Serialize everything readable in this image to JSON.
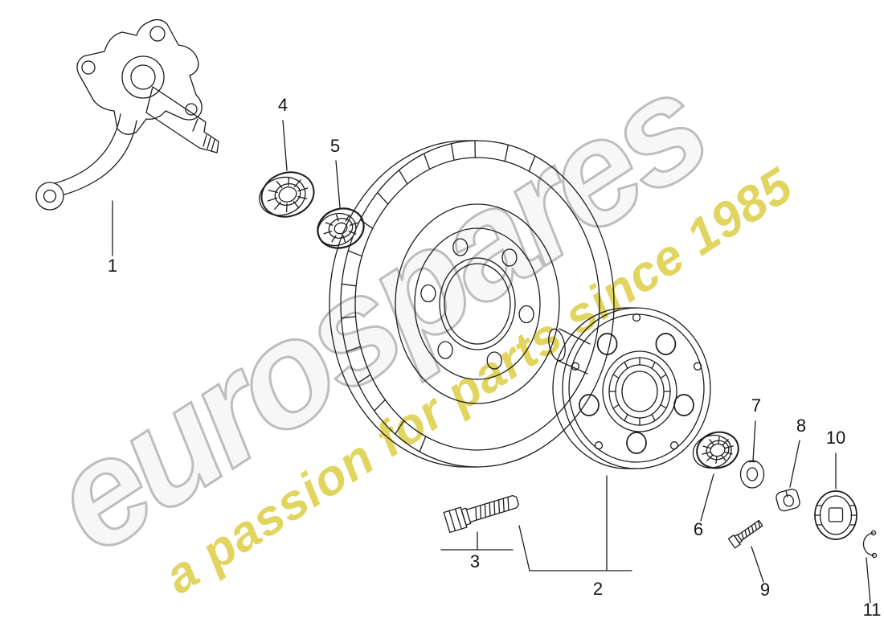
{
  "canvas": {
    "background": "#ffffff",
    "line_color": "#1c1c1c"
  },
  "watermark": {
    "brand": "eurospares",
    "tagline": "a passion for parts since 1985",
    "brand_outline_color": "#bdbdbd",
    "tagline_color": "#ddcf4a"
  },
  "labels": {
    "p1": "1",
    "p2": "2",
    "p3": "3",
    "p4": "4",
    "p5": "5",
    "p6": "6",
    "p7": "7",
    "p8": "8",
    "p9": "9",
    "p10": "10",
    "p11": "11"
  }
}
